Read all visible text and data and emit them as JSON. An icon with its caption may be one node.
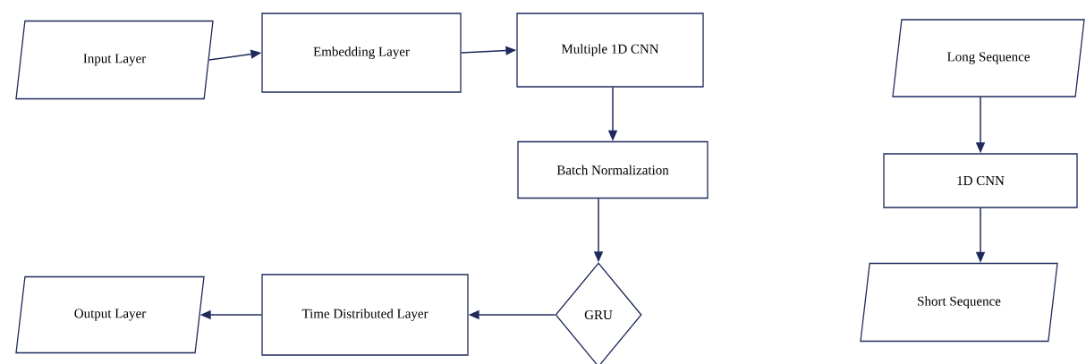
{
  "diagram": {
    "nodes": [
      {
        "text": [
          "Input Layer"
        ]
      },
      {
        "text": [
          "Embedding Layer"
        ]
      },
      {
        "text": [
          "Multiple 1D CNN"
        ]
      },
      {
        "text": [
          "Batch Normalization"
        ]
      },
      {
        "text": [
          "GRU"
        ]
      },
      {
        "text": [
          "Time Distributed Layer"
        ]
      },
      {
        "text": [
          "Output Layer"
        ]
      },
      {
        "text": [
          "Long Sequence"
        ]
      },
      {
        "text": [
          "1D CNN"
        ]
      },
      {
        "text": [
          "Short Sequence"
        ]
      }
    ],
    "edges": [
      {
        "from": 0,
        "to": 1,
        "arrow": "to"
      },
      {
        "from": 1,
        "to": 2,
        "arrow": "to"
      },
      {
        "from": 2,
        "to": 3,
        "arrow": "to"
      },
      {
        "from": 3,
        "to": 4,
        "arrow": "to"
      },
      {
        "from": 4,
        "to": 5,
        "arrow": "to"
      },
      {
        "from": 5,
        "to": 6,
        "arrow": "to"
      },
      {
        "from": 7,
        "to": 8,
        "arrow": "to"
      },
      {
        "from": 8,
        "to": 9,
        "arrow": "to"
      }
    ]
  }
}
